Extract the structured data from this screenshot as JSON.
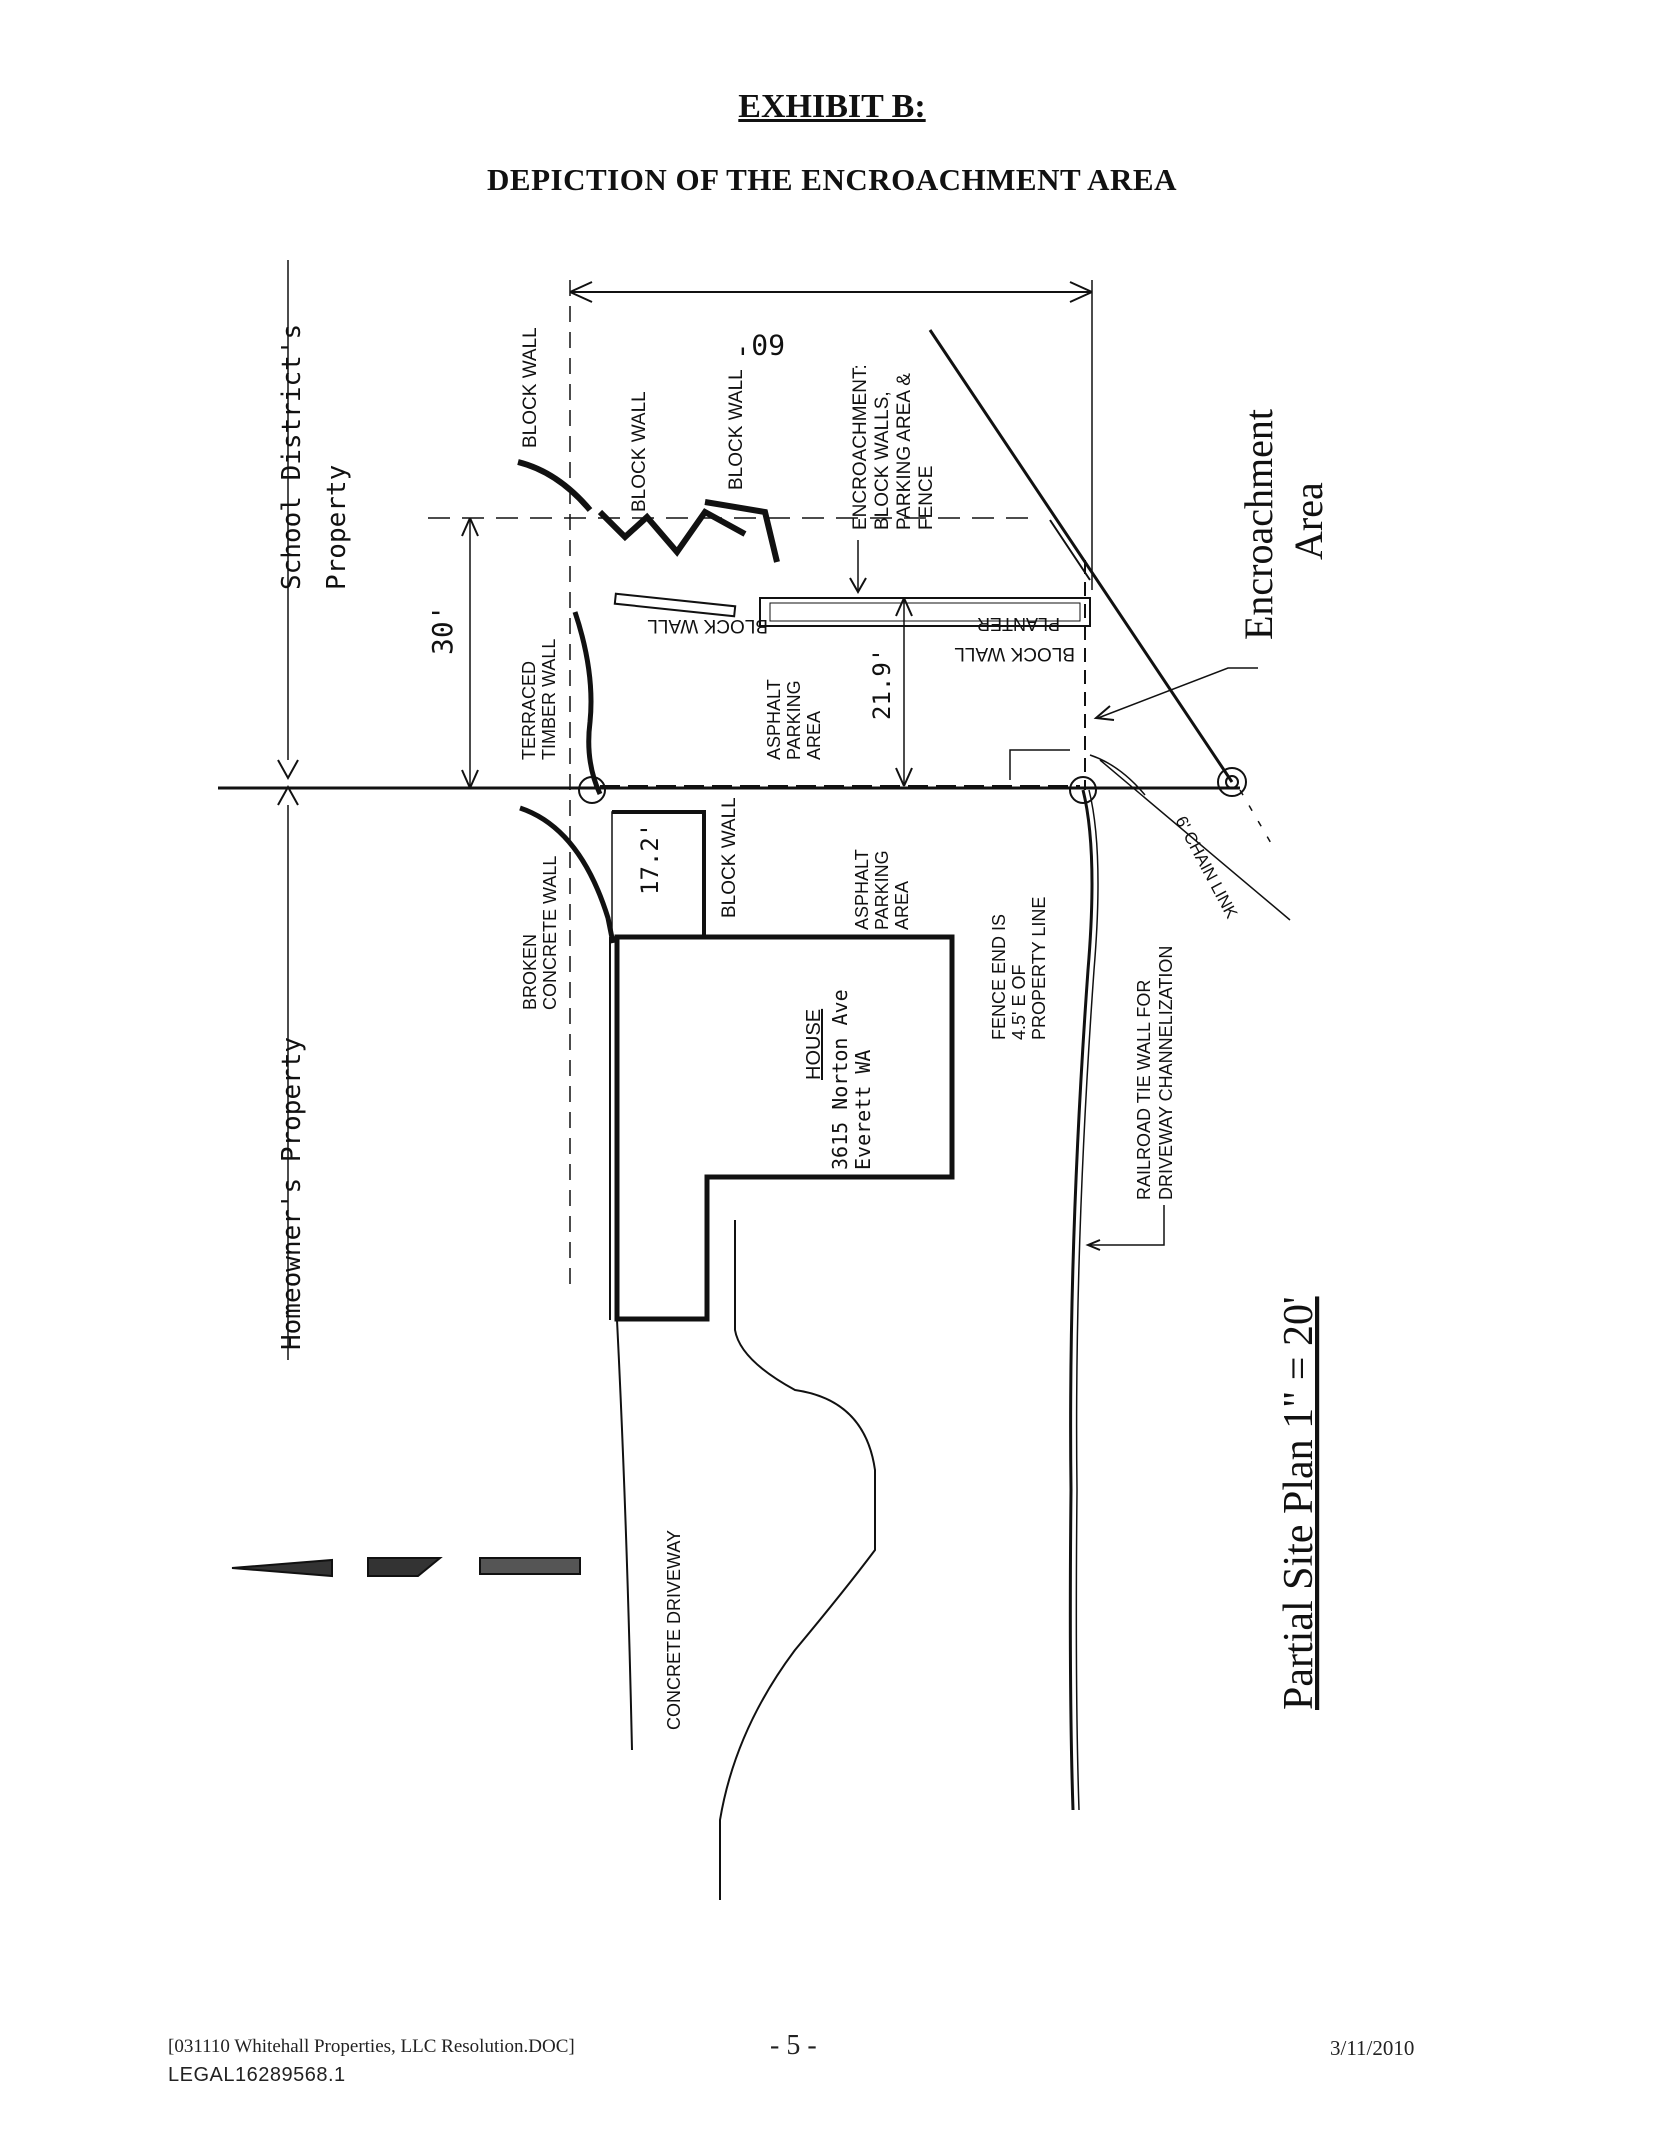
{
  "header": {
    "exhibit": "EXHIBIT B:",
    "subtitle": "DEPICTION OF THE ENCROACHMENT AREA"
  },
  "plan": {
    "school_district": "School District's",
    "school_property": "Property",
    "homeowner": "Homeowner's Property",
    "dim_60": "60'",
    "dim_30": "30'",
    "dim_21_9": "21.9'",
    "dim_17_2": "17.2'",
    "block_wall": "BLOCK WALL",
    "encroach_note": [
      "ENCROACHMENT:",
      "BLOCK WALLS,",
      "PARKING AREA &",
      "FENCE"
    ],
    "planter": "PLANTER",
    "terraced": [
      "TERRACED",
      "TIMBER WALL"
    ],
    "asphalt": [
      "ASPHALT",
      "PARKING",
      "AREA"
    ],
    "broken_wall": [
      "BROKEN",
      "CONCRETE WALL"
    ],
    "house": "HOUSE",
    "address": [
      "3615 Norton Ave",
      "Everett WA"
    ],
    "fence_end": [
      "FENCE END IS",
      "4.5' E OF",
      "PROPERTY LINE"
    ],
    "chain_link": "6' CHAIN LINK",
    "railroad": [
      "RAILROAD TIE WALL FOR",
      "DRIVEWAY CHANNELIZATION"
    ],
    "driveway": "CONCRETE DRIVEWAY",
    "encroachment_area": [
      "Encroachment",
      "Area"
    ],
    "site_plan": "Partial Site Plan  1\" = 20'"
  },
  "footer": {
    "doc": "[031110 Whitehall Properties, LLC Resolution.DOC]",
    "legal": "LEGAL16289568.1",
    "page": "- 5 -",
    "date": "3/11/2010"
  }
}
